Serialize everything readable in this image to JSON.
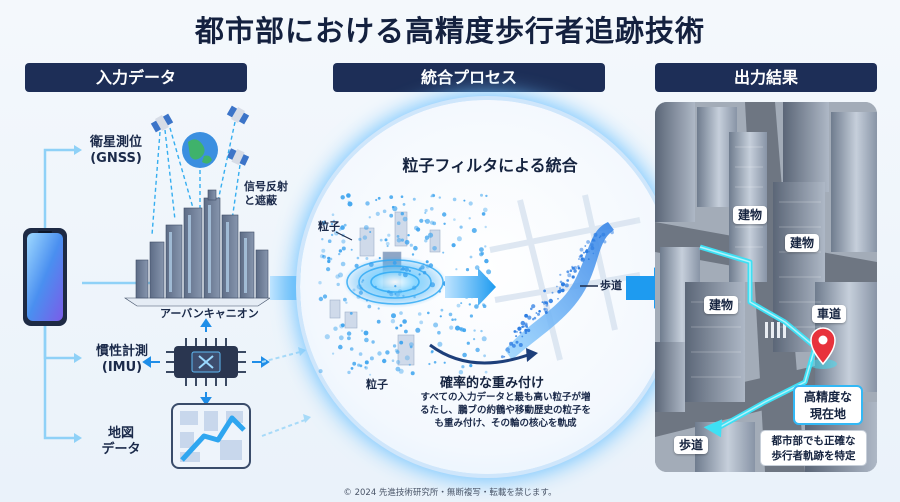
{
  "title": "都市部における高精度歩行者追跡技術",
  "sections": {
    "input": "入力データ",
    "process": "統合プロセス",
    "output": "出力結果"
  },
  "inputs": {
    "gnss_line1": "衛星測位",
    "gnss_line2": "(GNSS)",
    "signal_line1": "信号反射",
    "signal_line2": "と遮蔽",
    "canyon": "アーバンキャニオン",
    "imu_line1": "慣性計測",
    "imu_line2": "(IMU)",
    "map_line1": "地図",
    "map_line2": "データ"
  },
  "process": {
    "title": "粒子フィルタによる統合",
    "particle_label_1": "粒子",
    "particle_label_2": "粒子",
    "sidewalk": "歩道",
    "weight_title": "確率的な重み付け",
    "weight_desc": "すべての入力データと最も高い粒子が増るたし、鵬ブの約鶴や移動歴史の粒子をも重み付け、その輪の核心を軌成"
  },
  "output": {
    "building_1": "建物",
    "building_2": "建物",
    "building_3": "建物",
    "road": "車道",
    "sidewalk": "歩道",
    "location_line1": "高精度な",
    "location_line2": "現在地",
    "result_line1": "都市部でも正確な",
    "result_line2": "歩行者軌跡を特定"
  },
  "footer": "© 2024 先進技術研究所・無断複写・転載を禁じます。",
  "colors": {
    "header_bg": "#1d2e57",
    "accent_blue": "#2fa6f0",
    "trajectory": "#3ee0f4",
    "pin_red": "#e8323c"
  }
}
